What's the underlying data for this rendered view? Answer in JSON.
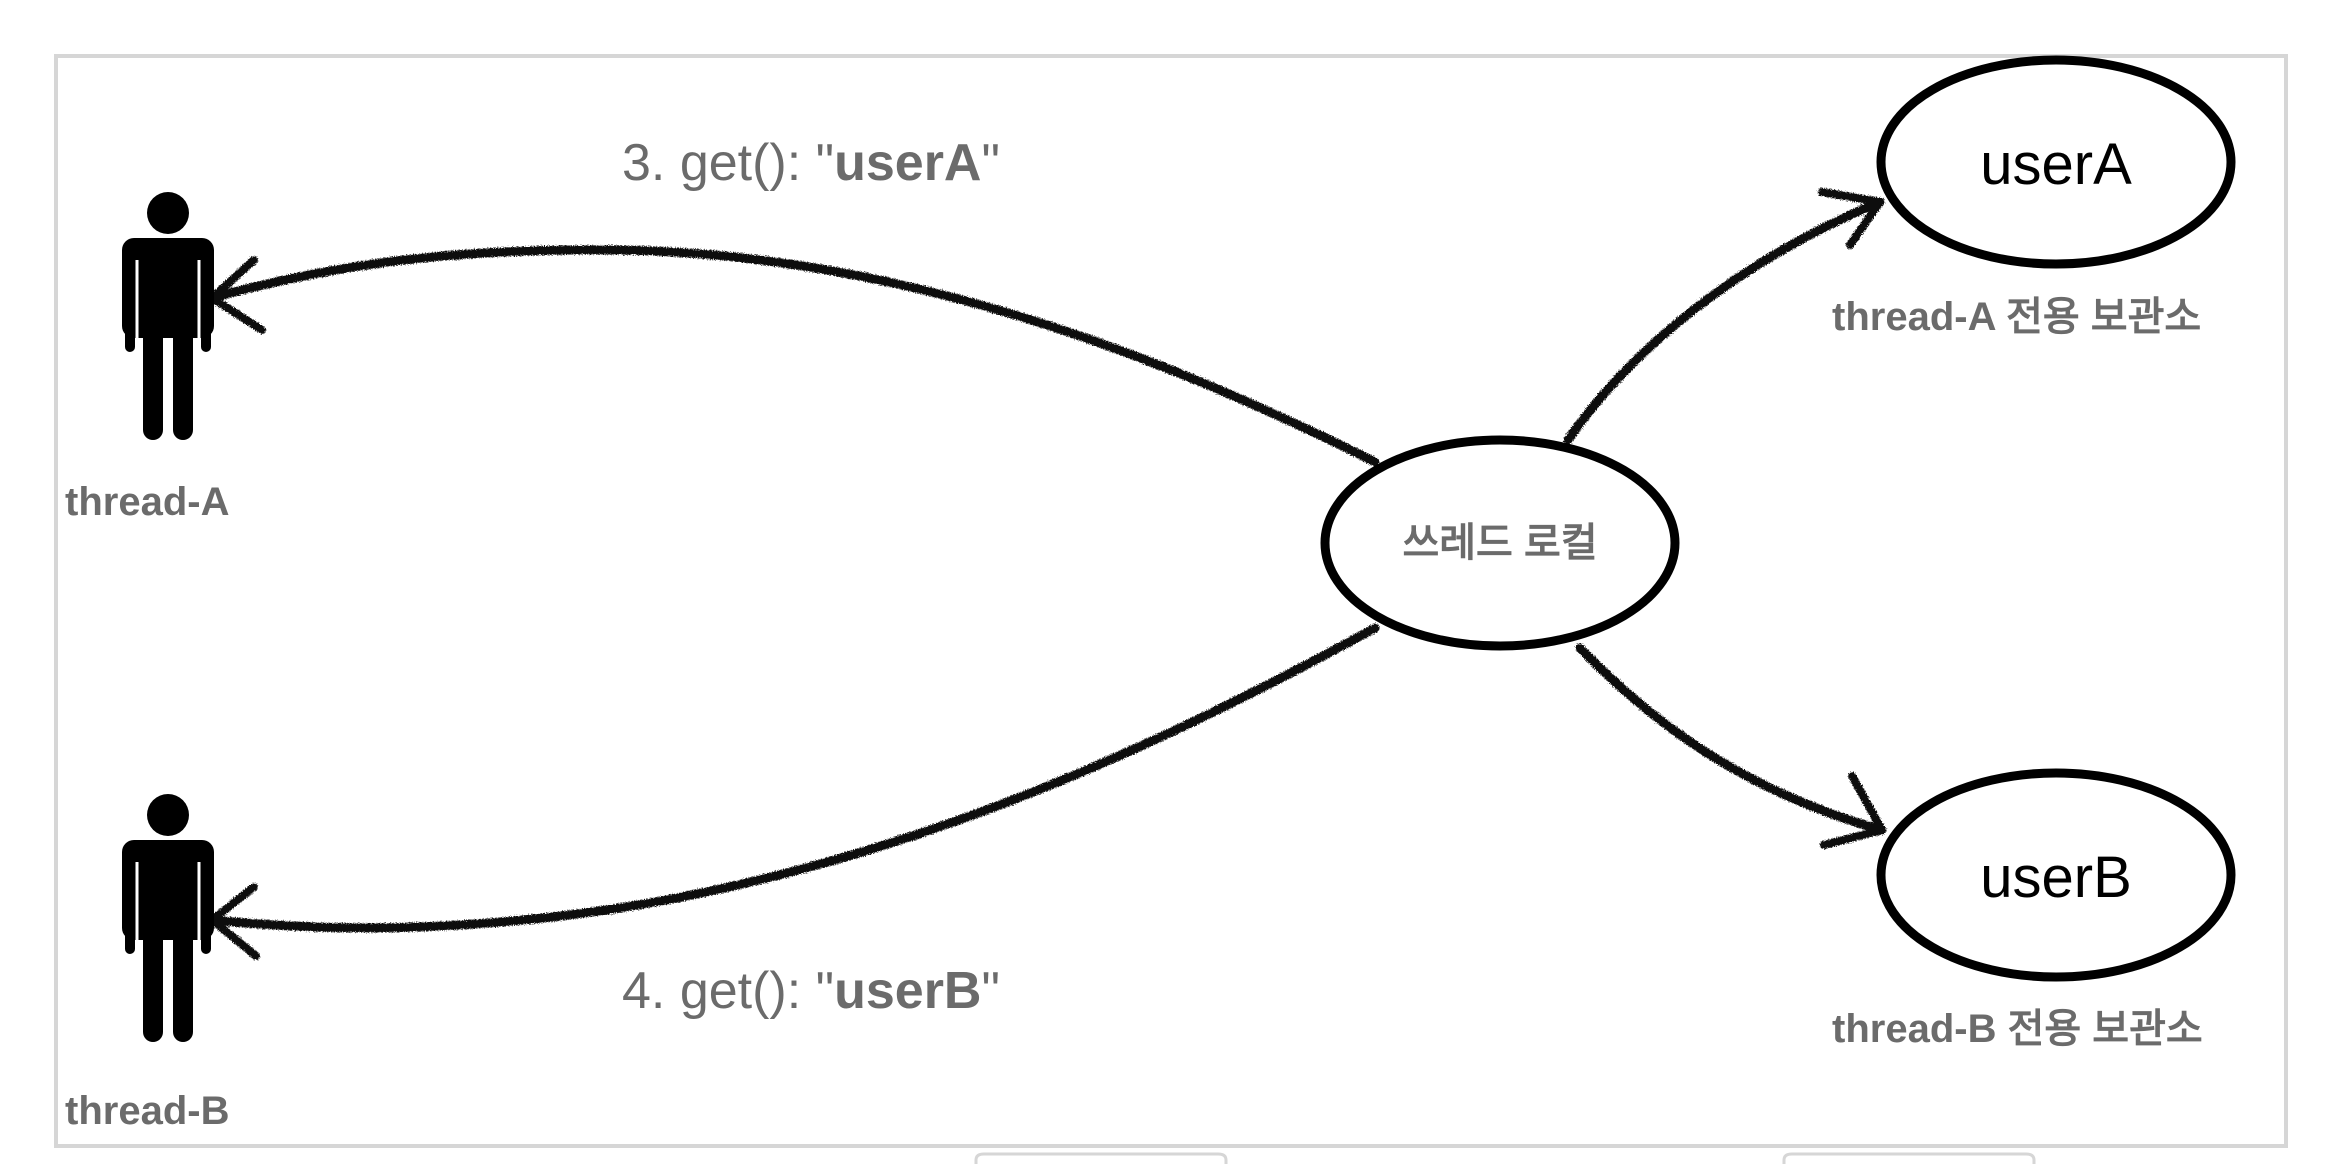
{
  "diagram": {
    "actors": [
      {
        "id": "thread-a",
        "label": "thread-A"
      },
      {
        "id": "thread-b",
        "label": "thread-B"
      }
    ],
    "center_node": {
      "label": "쓰레드 로컬"
    },
    "storage_nodes": [
      {
        "id": "user-a",
        "label": "userA",
        "caption_bold": "thread-A",
        "caption_rest": " 전용 보관소"
      },
      {
        "id": "user-b",
        "label": "userB",
        "caption_bold": "thread-B",
        "caption_rest": " 전용 보관소"
      }
    ],
    "arrows": [
      {
        "from": "쓰레드 로컬",
        "to": "thread-A",
        "label_prefix": "3. get(): \"",
        "label_value": "userA",
        "label_suffix": "\""
      },
      {
        "from": "쓰레드 로컬",
        "to": "thread-B",
        "label_prefix": "4. get(): \"",
        "label_value": "userB",
        "label_suffix": "\""
      },
      {
        "from": "쓰레드 로컬",
        "to": "userA"
      },
      {
        "from": "쓰레드 로컬",
        "to": "userB"
      }
    ],
    "colors": {
      "stroke": "#111111",
      "label_gray": "#6b6b6b",
      "frame": "#d6d6d6"
    }
  }
}
